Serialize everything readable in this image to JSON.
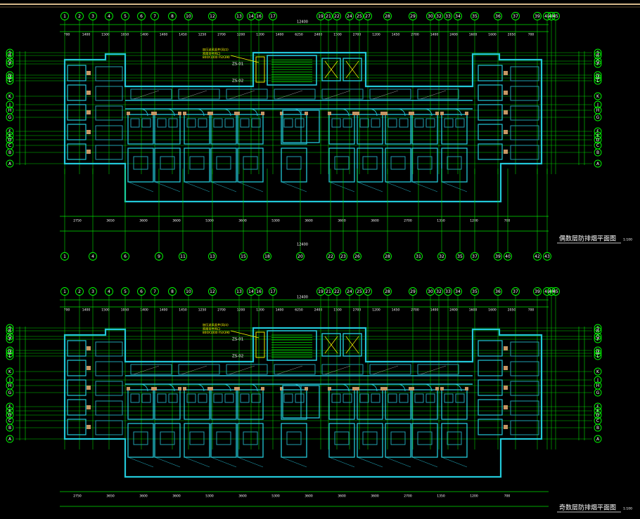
{
  "colors": {
    "background": "#000000",
    "grid": "#00e000",
    "axis_bubble": "#00ff00",
    "walls": "#22c8d8",
    "inner_walls": "#1f9fb0",
    "fill": "#c89664",
    "note": "#ffff00",
    "text": "#ffffff",
    "top_rule": "#d6b98a"
  },
  "axes_top": [
    "1",
    "2",
    "3",
    "4",
    "5",
    "6",
    "7",
    "8",
    "10",
    "12",
    "13",
    "14",
    "16",
    "17",
    "19",
    "21",
    "22",
    "24",
    "25",
    "27",
    "28",
    "29",
    "30",
    "32",
    "33",
    "34",
    "35",
    "36",
    "37",
    "39",
    "41",
    "44",
    "45"
  ],
  "axes_bottom": [
    "1",
    "4",
    "6",
    "9",
    "11",
    "13",
    "15",
    "18",
    "20",
    "22",
    "23",
    "26",
    "28",
    "31",
    "32",
    "35",
    "37",
    "39",
    "40",
    "42",
    "43"
  ],
  "axes_rows": [
    "S",
    "R",
    "Q",
    "P",
    "N",
    "M",
    "L",
    "K",
    "J",
    "H",
    "G",
    "F",
    "E",
    "D",
    "C",
    "B",
    "A"
  ],
  "top_dims": [
    "700",
    "1400",
    "1500",
    "1050",
    "1400",
    "1400",
    "1450",
    "1250",
    "2700",
    "1200",
    "1200",
    "1400",
    "6250",
    "2400",
    "1500",
    "2700",
    "1200",
    "1450",
    "2700",
    "1400",
    "2400",
    "1600",
    "1600",
    "2050",
    "700"
  ],
  "bottom_dims": [
    "2750",
    "3650",
    "3600",
    "3600",
    "5300",
    "3600",
    "5300",
    "3600",
    "3600",
    "3600",
    "2700",
    "1350",
    "1200",
    "700"
  ],
  "overall_dim": "12400",
  "drawings": [
    {
      "id": "even",
      "title": "偶数层防排烟平面图",
      "scale": "1:100",
      "note_lines": [
        "加压送风竖井(风口)",
        "双层百叶风口",
        "800X1000 FSX390"
      ],
      "tags": [
        "ZS-01",
        "ZS-02"
      ]
    },
    {
      "id": "odd",
      "title": "奇数层防排烟平面图",
      "scale": "1:100",
      "note_lines": [
        "加压送风竖井(风口)",
        "双层百叶风口",
        "800X1000 FSX390"
      ],
      "tags": [
        "ZS-01",
        "ZS-02"
      ]
    }
  ]
}
